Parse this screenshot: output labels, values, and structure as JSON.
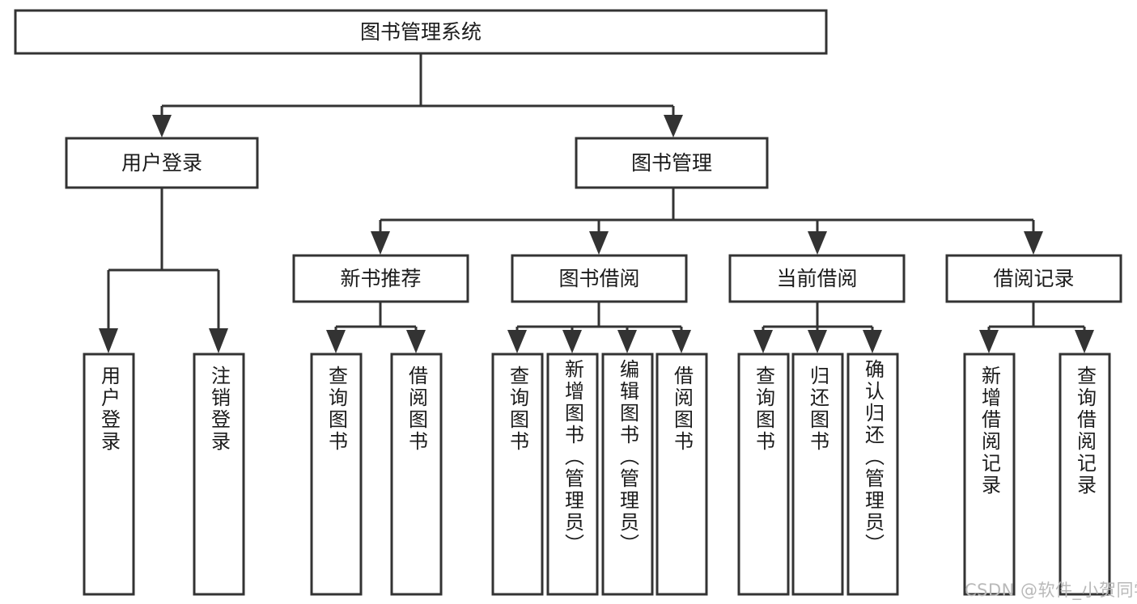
{
  "diagram": {
    "type": "hierarchy-tree",
    "title": "图书管理系统",
    "levels": {
      "level1": "图书管理系统",
      "level2": [
        "用户登录",
        "图书管理"
      ],
      "level3": [
        "新书推荐",
        "图书借阅",
        "当前借阅",
        "借阅记录"
      ]
    },
    "nodes": {
      "root": {
        "label": "图书管理系统"
      },
      "user_login": {
        "label": "用户登录"
      },
      "book_manage": {
        "label": "图书管理"
      },
      "new_book_rec": {
        "label": "新书推荐"
      },
      "book_borrow": {
        "label": "图书借阅"
      },
      "current_borrow": {
        "label": "当前借阅"
      },
      "borrow_record": {
        "label": "借阅记录"
      },
      "leaf_user_login": {
        "label": "用户登录"
      },
      "leaf_user_logout": {
        "label": "注销登录"
      },
      "leaf_query_book_a": {
        "label": "查询图书"
      },
      "leaf_borrow_book_a": {
        "label": "借阅图书"
      },
      "leaf_query_book_b": {
        "label": "查询图书"
      },
      "leaf_add_book": {
        "label": "新增图书（管理员）"
      },
      "leaf_edit_book": {
        "label": "编辑图书（管理员）"
      },
      "leaf_borrow_book_b": {
        "label": "借阅图书"
      },
      "leaf_query_book_c": {
        "label": "查询图书"
      },
      "leaf_return_book": {
        "label": "归还图书"
      },
      "leaf_confirm_return": {
        "label": "确认归还（管理员）"
      },
      "leaf_add_record": {
        "label": "新增借阅记录"
      },
      "leaf_query_record": {
        "label": "查询借阅记录"
      }
    },
    "edges": [
      {
        "from": "root",
        "to": "user_login"
      },
      {
        "from": "root",
        "to": "book_manage"
      },
      {
        "from": "user_login",
        "to": "leaf_user_login"
      },
      {
        "from": "user_login",
        "to": "leaf_user_logout"
      },
      {
        "from": "book_manage",
        "to": "new_book_rec"
      },
      {
        "from": "book_manage",
        "to": "book_borrow"
      },
      {
        "from": "book_manage",
        "to": "current_borrow"
      },
      {
        "from": "book_manage",
        "to": "borrow_record"
      },
      {
        "from": "new_book_rec",
        "to": "leaf_query_book_a"
      },
      {
        "from": "new_book_rec",
        "to": "leaf_borrow_book_a"
      },
      {
        "from": "book_borrow",
        "to": "leaf_query_book_b"
      },
      {
        "from": "book_borrow",
        "to": "leaf_add_book"
      },
      {
        "from": "book_borrow",
        "to": "leaf_edit_book"
      },
      {
        "from": "book_borrow",
        "to": "leaf_borrow_book_b"
      },
      {
        "from": "current_borrow",
        "to": "leaf_query_book_c"
      },
      {
        "from": "current_borrow",
        "to": "leaf_return_book"
      },
      {
        "from": "current_borrow",
        "to": "leaf_confirm_return"
      },
      {
        "from": "borrow_record",
        "to": "leaf_add_record"
      },
      {
        "from": "borrow_record",
        "to": "leaf_query_record"
      }
    ],
    "colors": {
      "stroke": "#333333",
      "fill": "#ffffff",
      "text": "#1b1b1b",
      "watermark": "#b9b9b9"
    }
  },
  "watermark": {
    "text": "CSDN @软件_小贺同学"
  }
}
